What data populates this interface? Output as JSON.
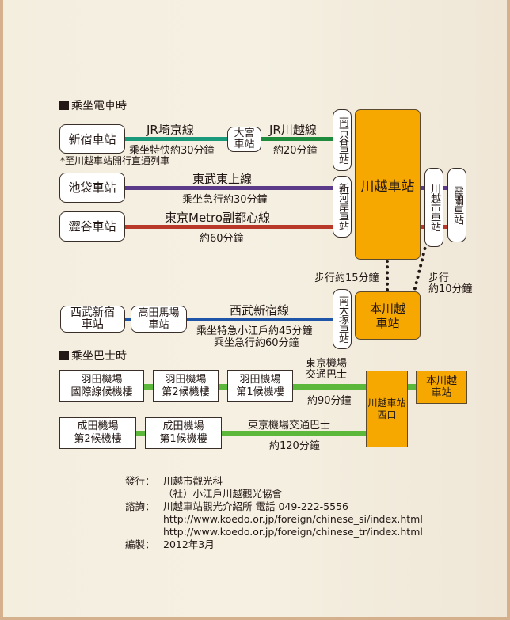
{
  "train_section": {
    "heading": "乘坐電車時",
    "routes": [
      {
        "origin": "新宿車站",
        "line": "JR埼京線",
        "time": "乘坐特快約30分鐘",
        "note": "*至川越車站開行直通列車",
        "transfer": "大宮\n車站",
        "line2": "JR川越線",
        "time2": "約20分鐘",
        "color": "#1a9a7a",
        "color2": "#1e8a3c"
      },
      {
        "origin": "池袋車站",
        "line": "東武東上線",
        "time": "乘坐急行約30分鐘",
        "color": "#5b3a8a"
      },
      {
        "origin": "澀谷車站",
        "line": "東京Metro副都心線",
        "time": "約60分鐘",
        "color": "#b8382a"
      },
      {
        "origin": "西武新宿\n車站",
        "transfer": "高田馬場\n車站",
        "line": "西武新宿線",
        "time": "乘坐特急小江戶約45分鐘",
        "time_b": "乘坐急行約60分鐘",
        "color": "#1f55a8"
      }
    ],
    "via_stations": [
      "南古谷車站",
      "新河岸車站",
      "川越市車站",
      "霞關車站",
      "南大塚車站"
    ],
    "hub_kawagoe": "川越車站",
    "hub_honkawagoe": "本川越\n車站",
    "walk_15": "步行約15分鐘",
    "walk_10_a": "步行",
    "walk_10_b": "約10分鐘"
  },
  "bus_section": {
    "heading": "乘坐巴士時",
    "haneda": [
      "羽田機場\n國際線候機樓",
      "羽田機場\n第2候機樓",
      "羽田機場\n第1候機樓"
    ],
    "haneda_bus": "東京機場\n交通巴士",
    "haneda_time": "約90分鐘",
    "narita": [
      "成田機場\n第2候機樓",
      "成田機場\n第1候機樓"
    ],
    "narita_bus": "東京機場交通巴士",
    "narita_time": "約120分鐘",
    "west_exit": "川越車站\n西口",
    "honkawagoe": "本川越\n車站",
    "line_color": "#5cb83a",
    "hub_color": "#f6a800"
  },
  "info": {
    "publisher_label": "發行：",
    "publisher_1": "川越市觀光科",
    "publisher_2": "（社）小江戶川越觀光協會",
    "inquiry_label": "諮詢：",
    "inquiry": "川越車站觀光介紹所  電話 049-222-5556",
    "url_si": "http://www.koedo.or.jp/foreign/chinese_si/index.html",
    "url_tr": "http://www.koedo.or.jp/foreign/chinese_tr/index.html",
    "edit_label": "編製：",
    "edit_date": "2012年3月"
  }
}
